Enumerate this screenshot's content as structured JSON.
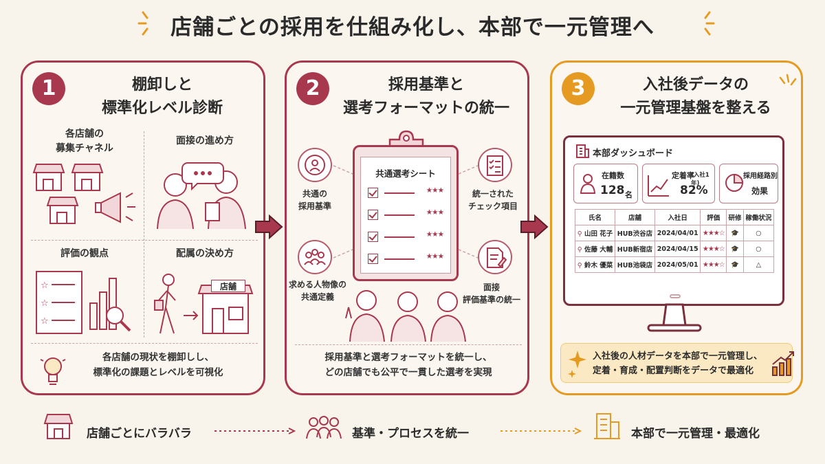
{
  "title": "店舗ごとの採用を仕組み化し、本部で一元管理へ",
  "colors": {
    "primary": "#a8384e",
    "accent": "#e59b22",
    "background": "#f8f4ec"
  },
  "panels": [
    {
      "number": "1",
      "title_line1": "棚卸しと",
      "title_line2": "標準化レベル診断",
      "quadrants": {
        "channel_line1": "各店舗の",
        "channel_line2": "募集チャネル",
        "interview": "面接の進め方",
        "evaluation": "評価の観点",
        "placement": "配属の決め方",
        "store_sign": "店舗"
      },
      "footer_line1": "各店舗の現状を棚卸しし、",
      "footer_line2": "標準化の課題とレベルを可視化"
    },
    {
      "number": "2",
      "title_line1": "採用基準と",
      "title_line2": "選考フォーマットの統一",
      "sheet_title": "共通選考シート",
      "stars": "★★★",
      "labels": {
        "criteria_line1": "共通の",
        "criteria_line2": "採用基準",
        "persona_line1": "求める人物像の",
        "persona_line2": "共通定義",
        "check_line1": "統一された",
        "check_line2": "チェック項目",
        "interview_line1": "面接",
        "interview_line2": "評価基準の統一"
      },
      "footer_line1": "採用基準と選考フォーマットを統一し、",
      "footer_line2": "どの店舗でも公平で一貫した選考を実現"
    },
    {
      "number": "3",
      "title_line1": "入社後データの",
      "title_line2": "一元管理基盤を整える",
      "dashboard": {
        "title": "本部ダッシュボード",
        "cards": {
          "enrolled_label": "在籍数",
          "enrolled_value": "128",
          "enrolled_unit": "名",
          "retention_label": "定着率",
          "retention_sub": "(入社1年)",
          "retention_value": "82%",
          "route_label": "採用経路別",
          "route_value": "効果"
        },
        "table": {
          "headers": [
            "氏名",
            "店舗",
            "入社日",
            "評価",
            "研修",
            "稼働状況"
          ],
          "rows": [
            {
              "name": "山田 花子",
              "store": "HUB渋谷店",
              "date": "2024/04/01",
              "rating": "★★★☆",
              "training": "🎓",
              "status": "○"
            },
            {
              "name": "佐藤 大輔",
              "store": "HUB新宿店",
              "date": "2024/04/15",
              "rating": "★★★☆",
              "training": "🎓",
              "status": "○"
            },
            {
              "name": "鈴木 優菜",
              "store": "HUB池袋店",
              "date": "2024/05/01",
              "rating": "★★★☆",
              "training": "🎓",
              "status": "△"
            }
          ]
        }
      },
      "note_line1": "入社後の人材データを本部で一元管理し、",
      "note_line2": "定着・育成・配置判断をデータで最適化"
    }
  ],
  "bottom": {
    "step1": "店舗ごとにバラバラ",
    "step2": "基準・プロセスを統一",
    "step3": "本部で一元管理・最適化"
  }
}
